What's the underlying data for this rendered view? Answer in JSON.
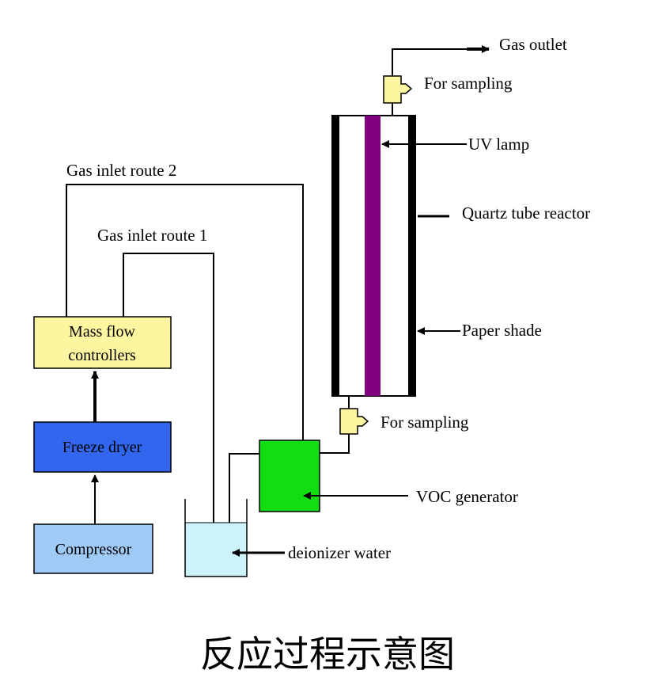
{
  "components": {
    "compressor": "Compressor",
    "freeze_dryer": "Freeze dryer",
    "mfc_line1": "Mass flow",
    "mfc_line2": "controllers",
    "voc_generator": "VOC generator",
    "deionized_water": "deionizer water",
    "uv_lamp": "UV lamp",
    "quartz_tube_reactor": "Quartz tube reactor",
    "paper_shade": "Paper shade",
    "sampling_top": "For sampling",
    "sampling_bottom": "For sampling",
    "gas_outlet": "Gas outlet",
    "gas_inlet_route_1": "Gas inlet route 1",
    "gas_inlet_route_2": "Gas inlet route 2"
  },
  "caption": "反应过程示意图",
  "colors": {
    "compressor": "#9fcaf5",
    "freeze_dryer": "#3366ee",
    "mfc": "#fdf5a0",
    "voc_generator": "#11dd11",
    "water": "#ccf4fa",
    "uv_lamp": "#800080",
    "sampling_port": "#fdf5a0",
    "shade": "#000000"
  }
}
